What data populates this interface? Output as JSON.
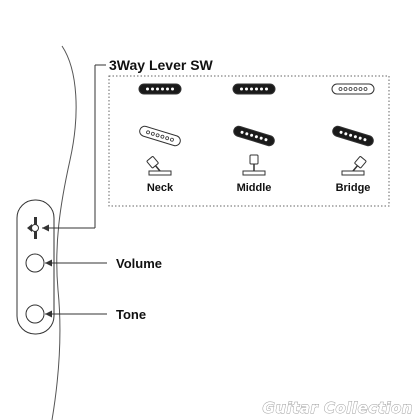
{
  "labels": {
    "switch_title": "3Way Lever SW",
    "positions": [
      "Neck",
      "Middle",
      "Bridge"
    ],
    "volume": "Volume",
    "tone": "Tone"
  },
  "watermark": "Guitar Collection",
  "pickup_states": [
    {
      "position": "Neck",
      "neck_pickup": "active",
      "bridge_pickup": "inactive"
    },
    {
      "position": "Middle",
      "neck_pickup": "active",
      "bridge_pickup": "active"
    },
    {
      "position": "Bridge",
      "neck_pickup": "inactive",
      "bridge_pickup": "active"
    }
  ],
  "lever_directions": [
    "left",
    "center",
    "right"
  ],
  "colors": {
    "active_pickup": "#1a1a1a",
    "inactive_pickup": "#ffffff",
    "line": "#333333",
    "body_outline": "#555555"
  }
}
